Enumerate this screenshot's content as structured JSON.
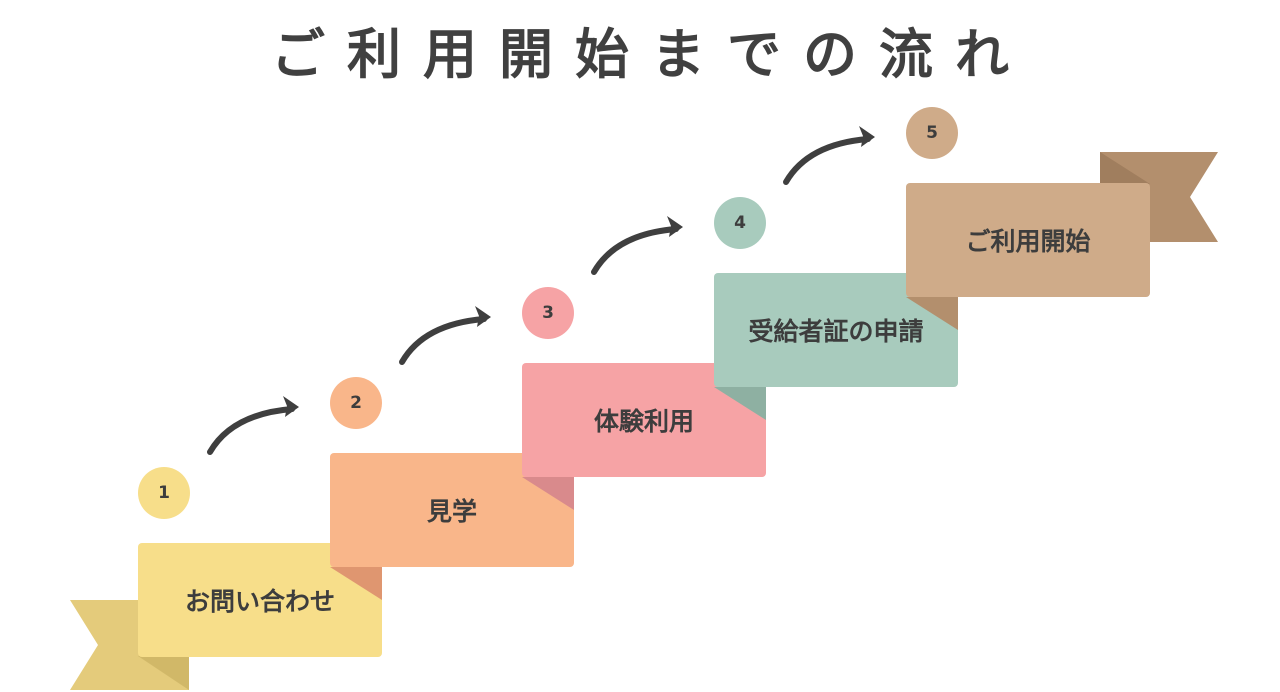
{
  "title": "ご利用開始までの流れ",
  "steps": [
    {
      "number": "1",
      "label": "お問い合わせ",
      "color": "#f7de8a",
      "fold_color": "#e4cb7b",
      "dark_color": "#d1b868"
    },
    {
      "number": "2",
      "label": "見学",
      "color": "#f9b68a",
      "fold_color": "#df9670",
      "dark_color": "#df9670"
    },
    {
      "number": "3",
      "label": "体験利用",
      "color": "#f6a3a5",
      "fold_color": "#d98a8c",
      "dark_color": "#d98a8c"
    },
    {
      "number": "4",
      "label": "受給者証の申請",
      "color": "#a8cbbd",
      "fold_color": "#8eb0a2",
      "dark_color": "#8eb0a2"
    },
    {
      "number": "5",
      "label": "ご利用開始",
      "color": "#cfab89",
      "fold_color": "#b38f6d",
      "dark_color": "#a07e5e"
    }
  ],
  "arrow_color": "#3f3f3f",
  "text_color": "#3d3d3d"
}
